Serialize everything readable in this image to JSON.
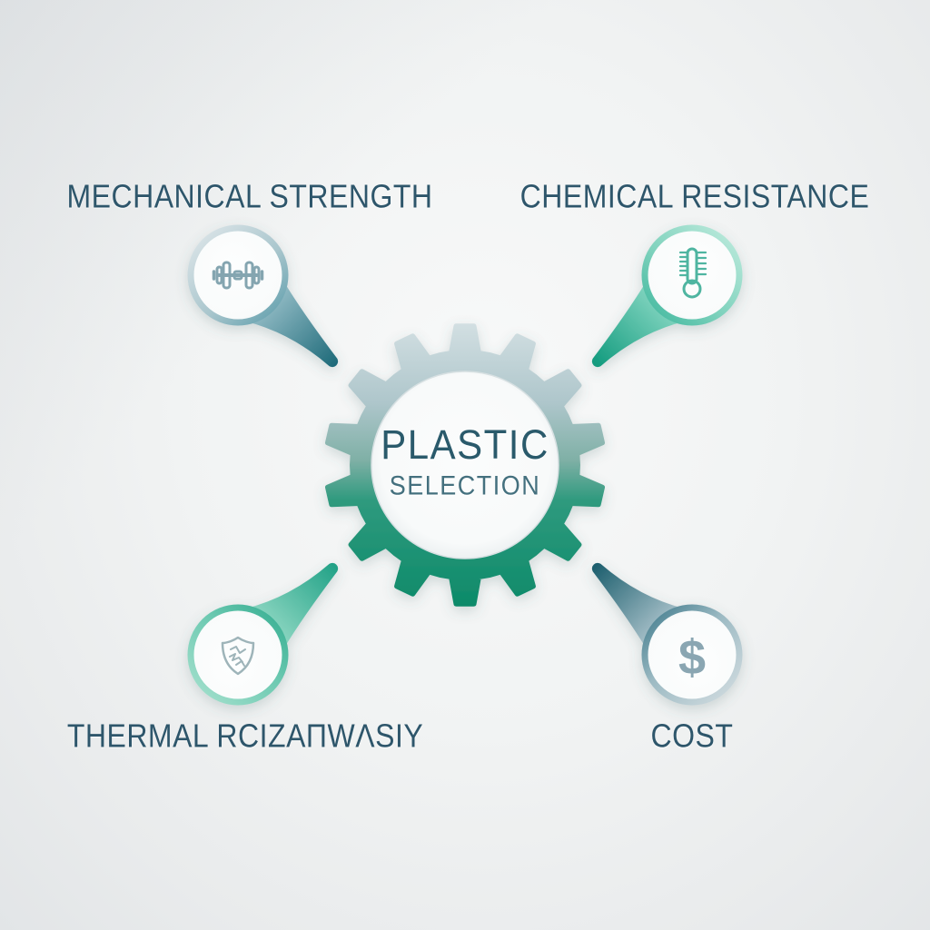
{
  "center": {
    "title": "PLASTIC",
    "subtitle": "SELECTION"
  },
  "factors": [
    {
      "id": "mechanical-strength",
      "label": "MECHANICAL STRENGTH",
      "icon": "dumbbell-icon",
      "position": "top-left"
    },
    {
      "id": "chemical-resistance",
      "label": "CHEMICAL RESISTANCE",
      "icon": "thermometer-icon",
      "position": "top-right"
    },
    {
      "id": "thermal",
      "label": "THERMAL RCIZAΠWΛSIY",
      "icon": "shield-icon",
      "position": "bottom-left"
    },
    {
      "id": "cost",
      "label": "COST",
      "icon": "dollar-icon",
      "glyph": "$",
      "position": "bottom-right"
    }
  ],
  "colors": {
    "background": "#eef0f1",
    "caption_text": "#2e566b",
    "center_text_primary": "#2a5a6b",
    "center_text_secondary": "#44707e",
    "gear_top": "#c9d8dc",
    "gear_bottom": "#0c8a69",
    "steel_blue_icon": "#84a5b0",
    "teal_icon": "#4fb5a1",
    "shield_icon_gray": "#9eb4b9",
    "dark_tail_blue": "#1f6b7a",
    "dark_tail_green": "#129b7e"
  }
}
